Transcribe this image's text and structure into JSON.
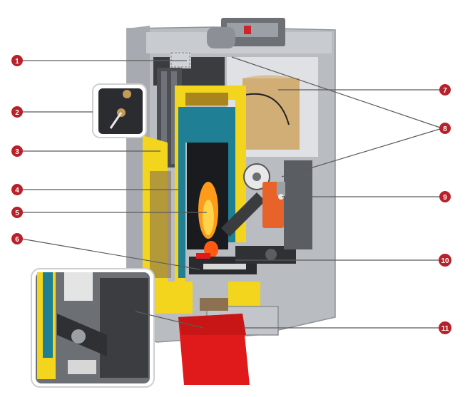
{
  "diagram": {
    "callouts": [
      {
        "label": "1",
        "target": "flue-outlet"
      },
      {
        "label": "2",
        "target": "control-panel-inset"
      },
      {
        "label": "3",
        "target": "heat-exchanger-tubes"
      },
      {
        "label": "4",
        "target": "insulation-jacket"
      },
      {
        "label": "5",
        "target": "combustion-chamber-flame"
      },
      {
        "label": "6",
        "target": "burner-grate"
      },
      {
        "label": "7",
        "target": "pellet-hopper"
      },
      {
        "label": "8",
        "target": "fan-and-sensors"
      },
      {
        "label": "9",
        "target": "feed-motor"
      },
      {
        "label": "10",
        "target": "auger-feed"
      },
      {
        "label": "11",
        "target": "ash-pan"
      }
    ]
  },
  "colors": {
    "callout_marker": "#b8202a",
    "leader_line": "#5b5b5b",
    "casing": "#b9bcc1",
    "casing_dark": "#8e9298",
    "insulation": "#f2d51c",
    "water_jacket": "#1e7f95",
    "hopper_pellets": "#c9a46a",
    "motor": "#e8632a",
    "ash_drawer": "#e01a1a",
    "flame": "#ff9a1a"
  }
}
